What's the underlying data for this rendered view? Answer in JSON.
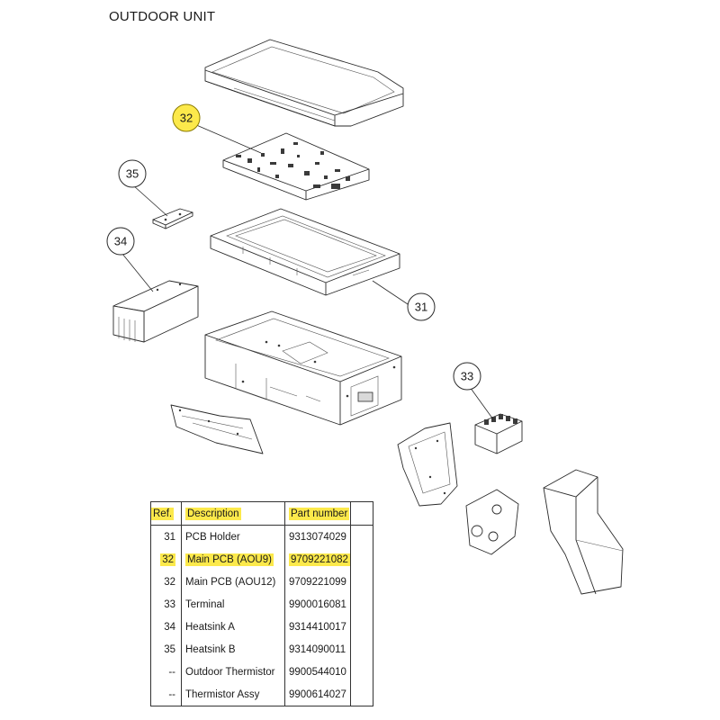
{
  "title": "OUTDOOR UNIT",
  "callouts": [
    {
      "ref": "32",
      "highlighted": true
    },
    {
      "ref": "35",
      "highlighted": false
    },
    {
      "ref": "34",
      "highlighted": false
    },
    {
      "ref": "31",
      "highlighted": false
    },
    {
      "ref": "33",
      "highlighted": false
    }
  ],
  "highlight_color": "#fce94b",
  "table": {
    "headers": {
      "ref": "Ref.",
      "description": "Description",
      "part_number": "Part number"
    },
    "headers_highlighted": true,
    "rows": [
      {
        "ref": "31",
        "description": "PCB Holder",
        "part_number": "9313074029",
        "highlighted": false
      },
      {
        "ref": "32",
        "description": "Main PCB (AOU9)",
        "part_number": "9709221082",
        "highlighted": true
      },
      {
        "ref": "32",
        "description": "Main PCB (AOU12)",
        "part_number": "9709221099",
        "highlighted": false
      },
      {
        "ref": "33",
        "description": "Terminal",
        "part_number": "9900016081",
        "highlighted": false
      },
      {
        "ref": "34",
        "description": "Heatsink A",
        "part_number": "9314410017",
        "highlighted": false
      },
      {
        "ref": "35",
        "description": "Heatsink B",
        "part_number": "9314090011",
        "highlighted": false
      },
      {
        "ref": "--",
        "description": "Outdoor Thermistor",
        "part_number": "9900544010",
        "highlighted": false
      },
      {
        "ref": "--",
        "description": "Thermistor Assy",
        "part_number": "9900614027",
        "highlighted": false
      }
    ]
  }
}
